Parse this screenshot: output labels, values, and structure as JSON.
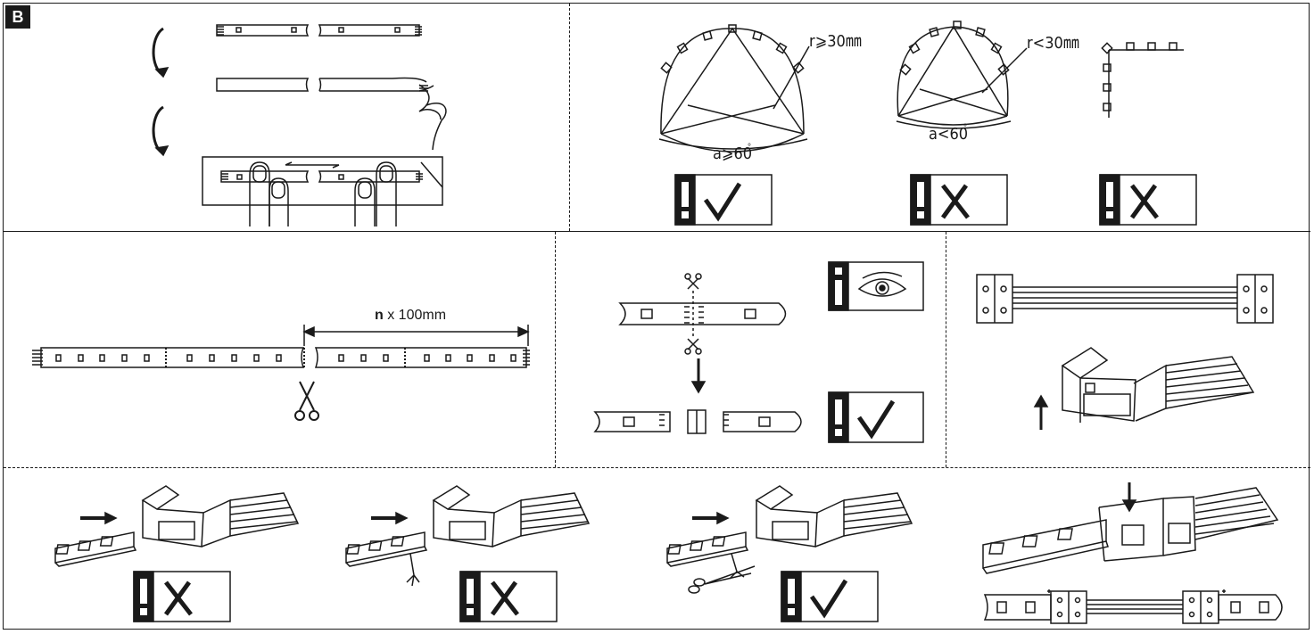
{
  "badge": "B",
  "bend": {
    "ok_radius": "r⩾30㎜",
    "ok_angle": "a⩾60",
    "ok_deg": "°",
    "bad_radius": "r<30㎜",
    "bad_angle": "a<60",
    "bad_deg": "°"
  },
  "cut": {
    "length_bold": "n",
    "length_rest": " x 100mm"
  },
  "colors": {
    "ink": "#1a1a1a",
    "paper": "#ffffff"
  },
  "icons": [
    "rotate-arrow-icon",
    "finger-icon",
    "warning-check-icon",
    "warning-cross-icon",
    "info-eye-icon",
    "scissors-icon",
    "arrow-down-icon",
    "arrow-right-icon",
    "arrow-up-icon",
    "connector-icon"
  ]
}
